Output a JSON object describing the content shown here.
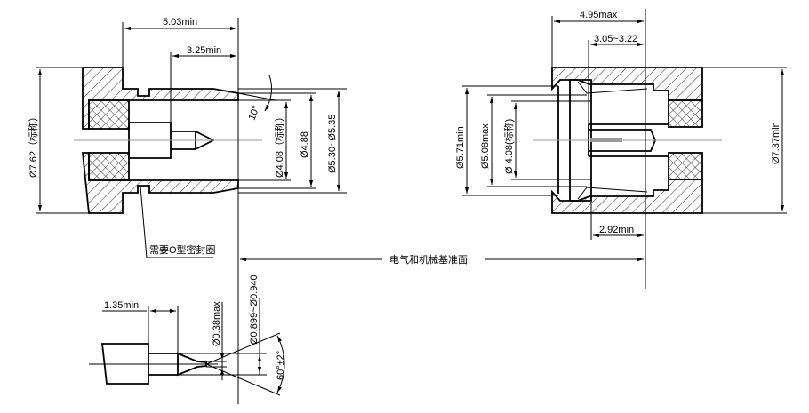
{
  "left_view": {
    "dim_length_total": "5.03min",
    "dim_length_pin": "3.25min",
    "dim_outer_dia": "Ø7.62（标称）",
    "dim_inner_dia": "Ø4.08（标称）",
    "dim_dia_488": "Ø4.88",
    "dim_dia_range": "Ø5.30~Ø5.35",
    "angle": "10°",
    "note_oring": "需要O型密封圈"
  },
  "right_view": {
    "dim_length_max": "4.95max",
    "dim_length_range": "3.05~3.22",
    "dim_length_min": "2.92min",
    "dim_dia_571": "Ø5.71min",
    "dim_dia_508": "Ø5.08max",
    "dim_dia_408": "Ø 4.08(标称)",
    "dim_dia_737": "Ø7.37min"
  },
  "reference_plane_label": "电气和机械基准面",
  "pin_view": {
    "dim_length": "1.35min",
    "dim_tip_dia": "Ø0.38max",
    "dim_pin_dia": "Ø0.899~Ø0.940",
    "angle": "60°±2°"
  }
}
